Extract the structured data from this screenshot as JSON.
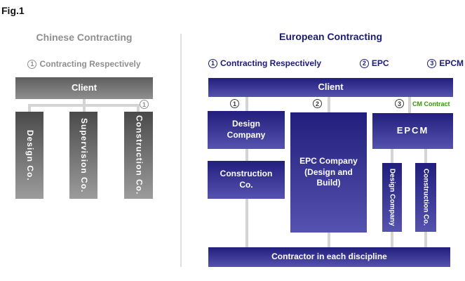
{
  "fig_label": "Fig.1",
  "colors": {
    "navy_box_top": "#211e7d",
    "navy_box_bottom": "#5553ae",
    "navy_text": "#1b1b78",
    "gray_box_top": "#4a4a4a",
    "gray_box_bottom": "#9c9c9c",
    "gray_text": "#8f8f8f",
    "green_text": "#339900",
    "connector_line": "#d4d4d4"
  },
  "chinese": {
    "title": "Chinese Contracting",
    "legend": [
      {
        "num": "1",
        "label": "Contracting Respectively"
      }
    ],
    "client_label": "Client",
    "branch_marker": "1",
    "boxes": [
      "Design Co.",
      "Supervision Co.",
      "Construction Co."
    ]
  },
  "european": {
    "title": "European Contracting",
    "legend": [
      {
        "num": "1",
        "label": "Contracting Respectively"
      },
      {
        "num": "2",
        "label": "EPC"
      },
      {
        "num": "3",
        "label": "EPCM"
      }
    ],
    "client_label": "Client",
    "branch_markers": [
      "1",
      "2",
      "3"
    ],
    "cm_contract_label": "CM Contract",
    "column1": {
      "boxes": [
        "Design\nCompany",
        "Construction\nCo."
      ]
    },
    "column2": {
      "box": "EPC Company\n(Design and\nBuild)"
    },
    "column3": {
      "box": "EPCM",
      "sub_boxes": [
        "Design Company",
        "Construction Co."
      ]
    },
    "bottom_bar": "Contractor in each discipline"
  }
}
